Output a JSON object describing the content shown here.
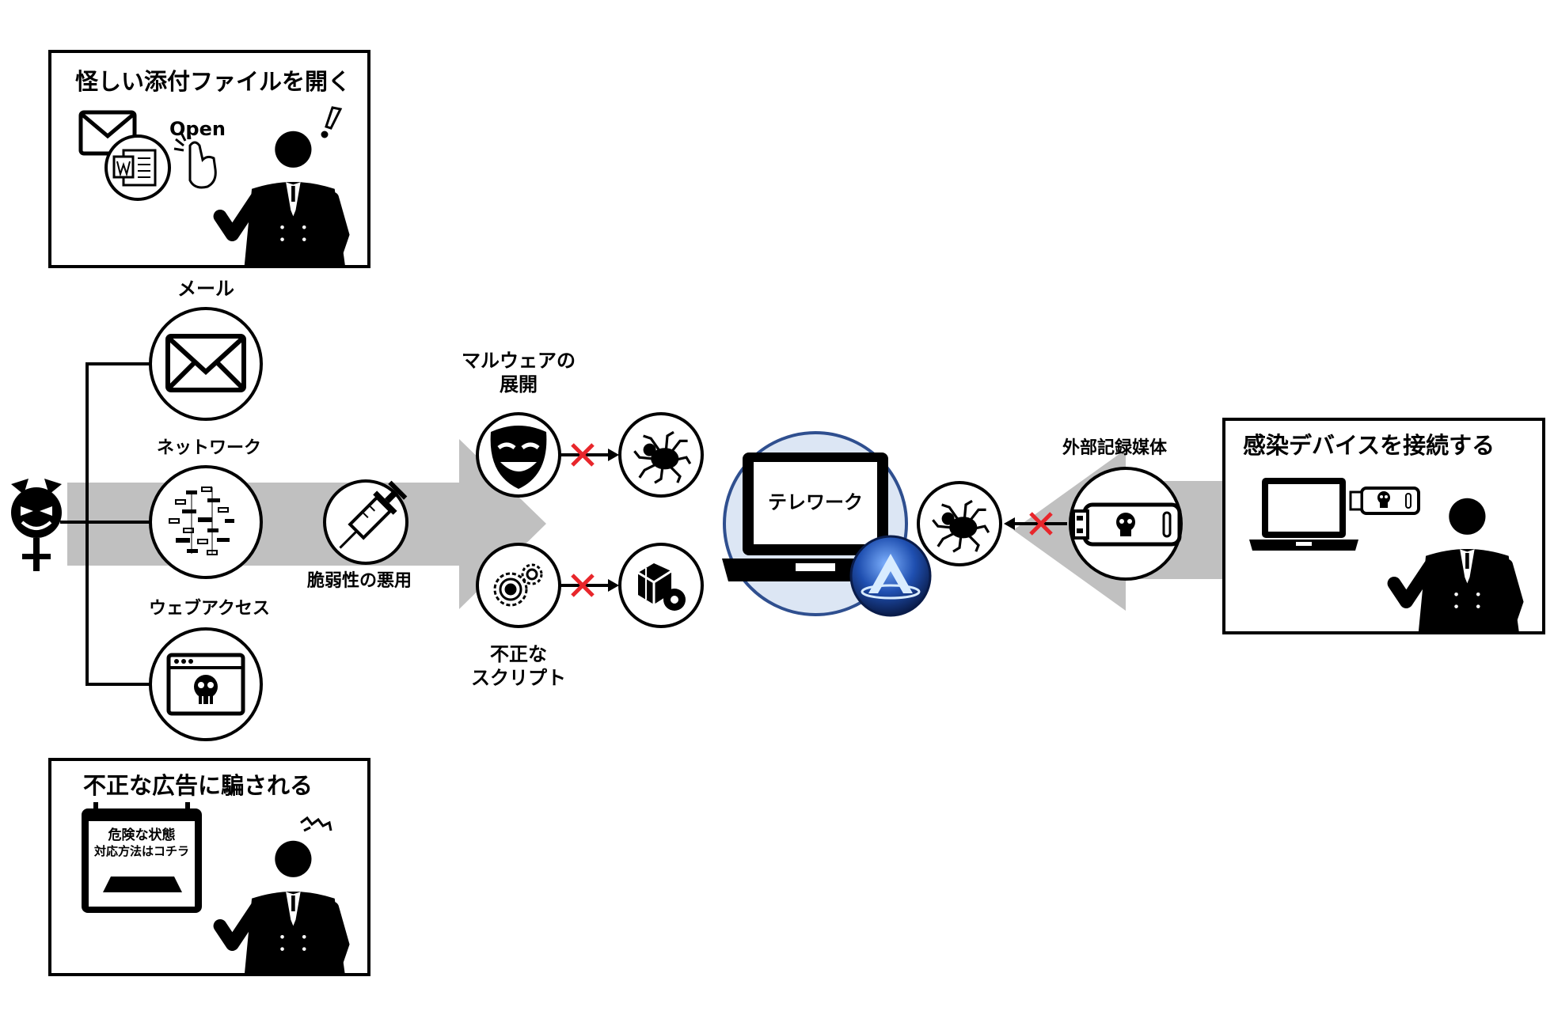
{
  "scenarios": {
    "attachment": {
      "title": "怪しい添付ファイルを開く",
      "open_label": "Open"
    },
    "fake_ad": {
      "title": "不正な広告に騙される",
      "popup_line1": "危険な状態",
      "popup_line2": "対応方法はコチラ"
    },
    "infected_device": {
      "title": "感染デバイスを接続する"
    }
  },
  "vectors": {
    "mail": "メール",
    "network": "ネットワーク",
    "web": "ウェブアクセス",
    "exploit": "脆弱性の悪用"
  },
  "payloads": {
    "malware_line1": "マルウェアの",
    "malware_line2": "展開",
    "script_line1": "不正な",
    "script_line2": "スクリプト"
  },
  "target": {
    "label": "テレワーク"
  },
  "external": {
    "label": "外部記録媒体"
  },
  "colors": {
    "arrow_gray": "#c0c0c0",
    "block_red": "#e8262b",
    "ring_blue": "#2f4f8f",
    "laptop_bg": "#dce6f4"
  },
  "icons": [
    "devil-icon",
    "mail-icon",
    "network-icon",
    "browser-skull-icon",
    "syringe-icon",
    "mask-icon",
    "gears-icon",
    "bug-icon",
    "cube-gear-icon",
    "usb-skull-icon",
    "laptop-icon",
    "word-doc-icon",
    "tap-hand-icon",
    "person-icon"
  ]
}
